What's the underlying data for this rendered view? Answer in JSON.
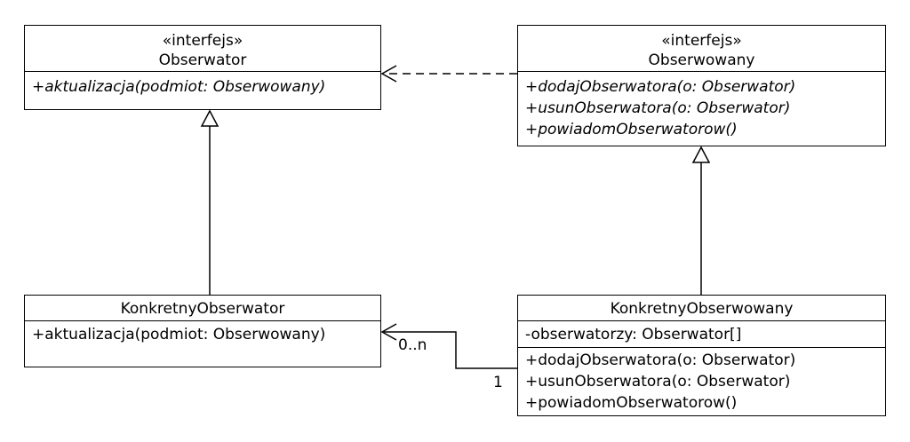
{
  "observer_interface": {
    "stereotype": "«interfejs»",
    "name": "Obserwator",
    "operations": [
      "+aktualizacja(podmiot: Obserwowany)"
    ]
  },
  "subject_interface": {
    "stereotype": "«interfejs»",
    "name": "Obserwowany",
    "operations": [
      "+dodajObserwatora(o: Obserwator)",
      "+usunObserwatora(o: Obserwator)",
      "+powiadomObserwatorow()"
    ]
  },
  "concrete_observer": {
    "name": "KonkretnyObserwator",
    "operations": [
      "+aktualizacja(podmiot: Obserwowany)"
    ]
  },
  "concrete_subject": {
    "name": "KonkretnyObserwowany",
    "attributes": [
      "-obserwatorzy: Obserwator[]"
    ],
    "operations": [
      "+dodajObserwatora(o: Obserwator)",
      "+usunObserwatora(o: Obserwator)",
      "+powiadomObserwatorow()"
    ]
  },
  "association": {
    "observer_end_multiplicity": "0..n",
    "subject_end_multiplicity": "1"
  }
}
